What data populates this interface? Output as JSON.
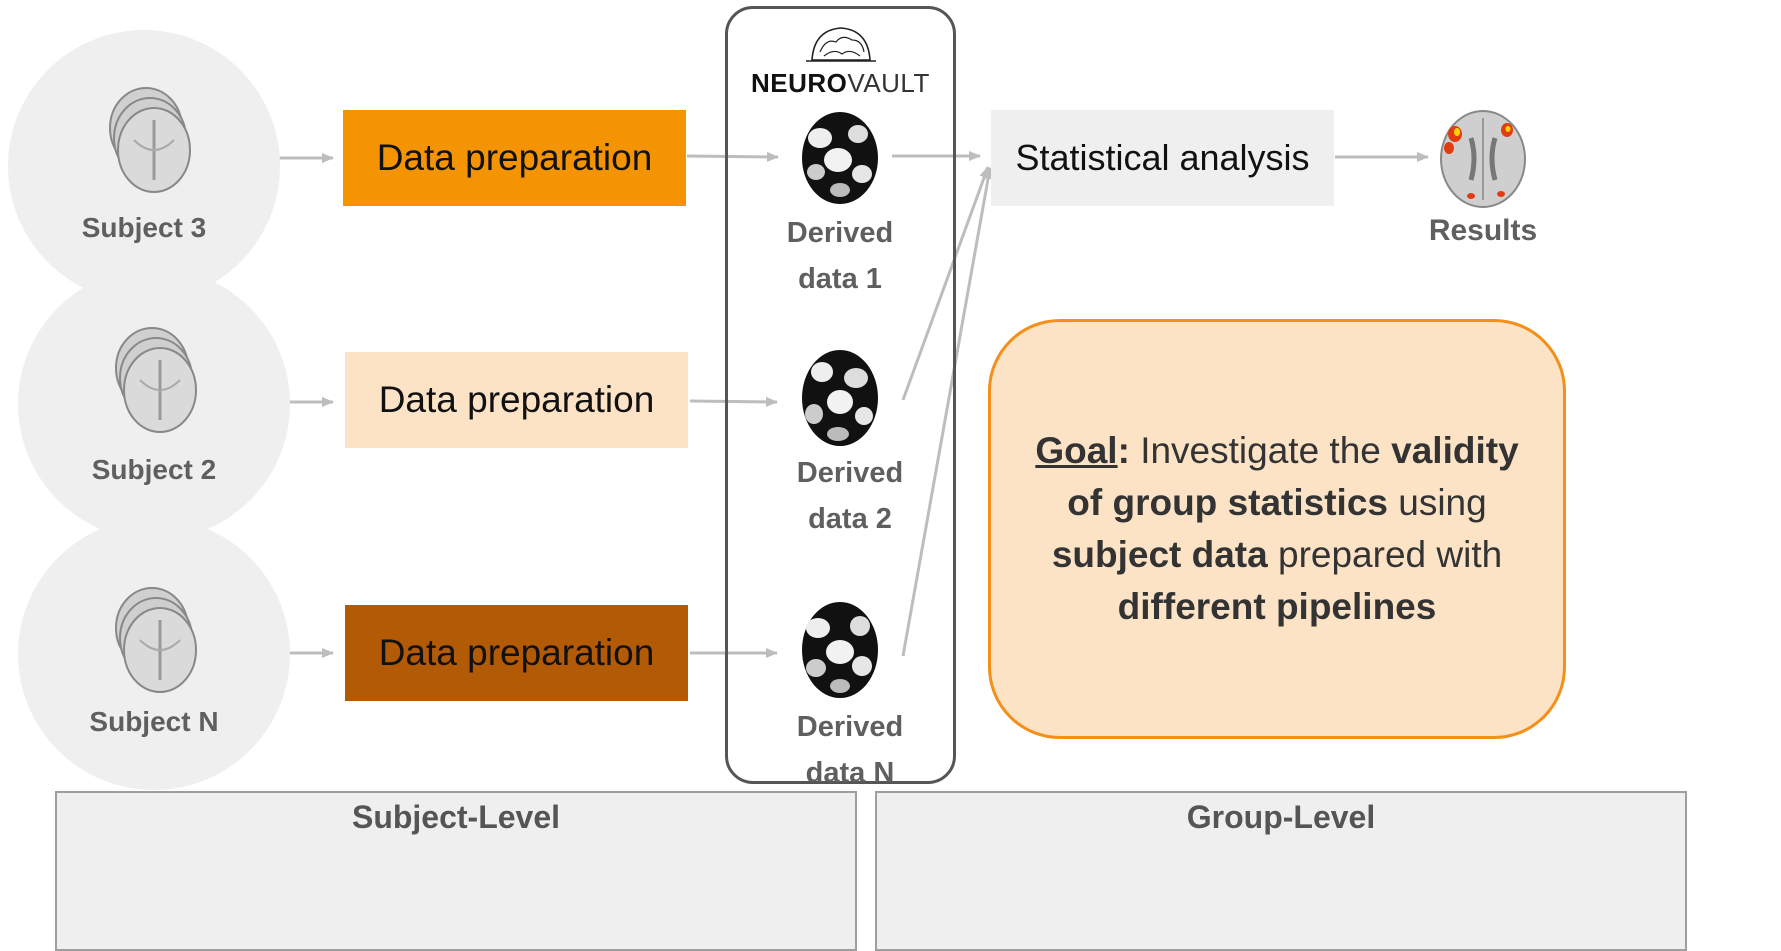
{
  "colors": {
    "prep_subject3": "#f49403",
    "prep_subject2": "#fce3c6",
    "prep_subjectN": "#b35a07",
    "goal_border": "#f49019",
    "goal_fill": "#fce3c6",
    "arrow": "#bdbdbd"
  },
  "subjects": [
    {
      "label": "Subject 3"
    },
    {
      "label": "Subject 2"
    },
    {
      "label": "Subject N"
    }
  ],
  "preparation": [
    {
      "label": "Data preparation"
    },
    {
      "label": "Data preparation"
    },
    {
      "label": "Data preparation"
    }
  ],
  "neurovault": {
    "logo_bold": "NEURO",
    "logo_light": "VAULT"
  },
  "derived": [
    {
      "line1": "Derived",
      "line2": "data 1"
    },
    {
      "line1": "Derived",
      "line2": "data 2"
    },
    {
      "line1": "Derived",
      "line2": "data N"
    }
  ],
  "statistical_analysis": {
    "label": "Statistical analysis"
  },
  "results": {
    "label": "Results"
  },
  "goal": {
    "heading": "Goal",
    "colon": ":",
    "t1": " Investigate the ",
    "b1": "validity of group statistics",
    "t2": " using ",
    "b2": "subject data",
    "t3": " prepared with ",
    "b3": "different pipelines"
  },
  "levels": {
    "subject": "Subject-Level",
    "group": "Group-Level"
  },
  "icons": {
    "scan_stack": "brain-scan-stack-icon",
    "derived_map": "derived-brain-map-icon",
    "brain_logo": "neurovault-brain-logo-icon",
    "result_map": "result-brain-activation-icon"
  }
}
